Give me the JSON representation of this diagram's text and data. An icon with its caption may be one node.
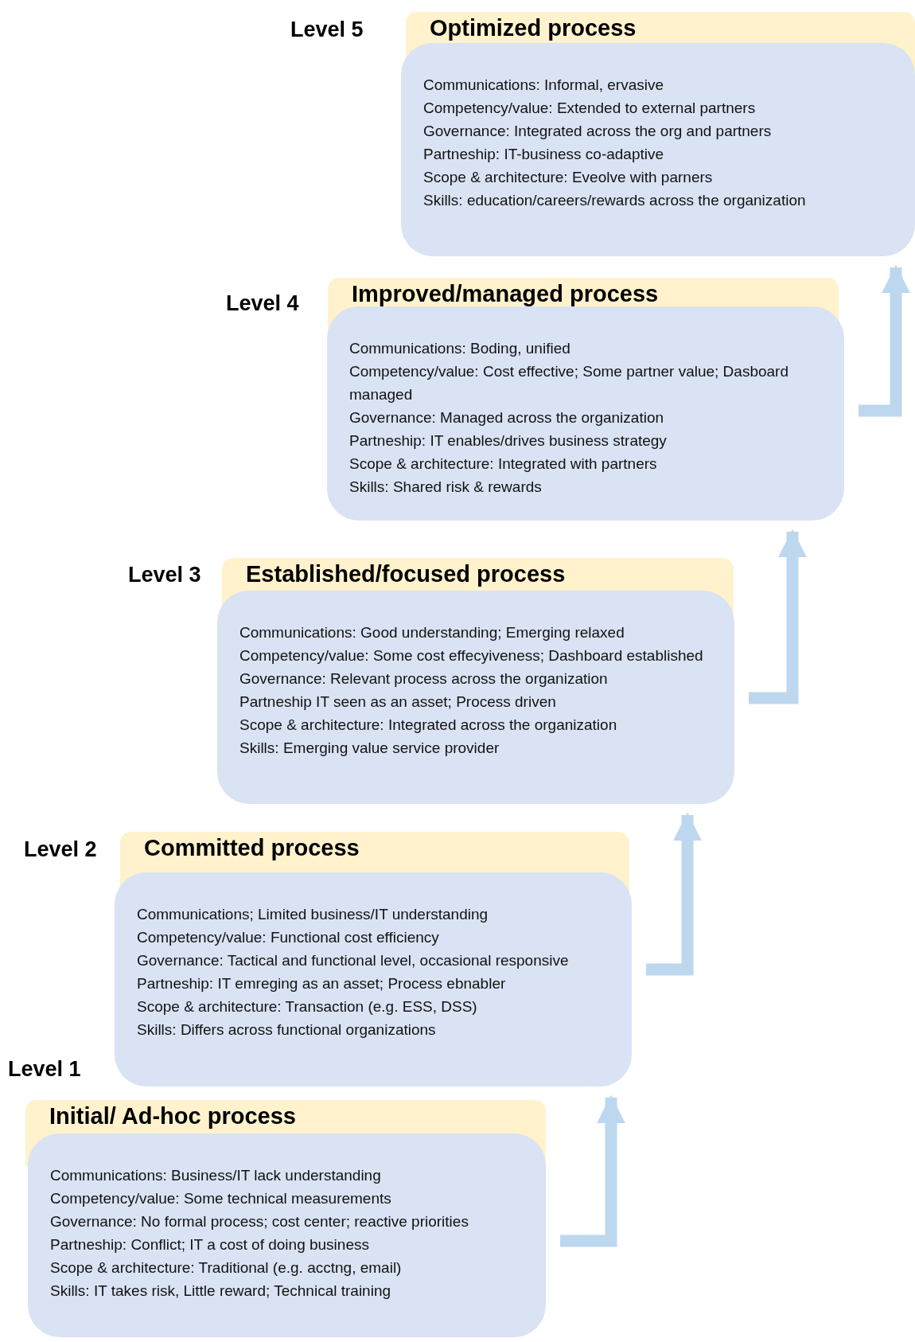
{
  "diagram": {
    "nodes": [
      {
        "text": [
          "Optimized process",
          "Communications: Informal, ervasive",
          "Competency/value: Extended to external partners",
          "Governance: Integrated across the org and partners",
          "Partneship: IT-business co-adaptive",
          "Scope & architecture: Eveolve with parners",
          "Skills: education/careers/rewards across the organization"
        ],
        "beside": [
          "Level 5"
        ]
      },
      {
        "text": [
          "Improved/managed process",
          "Communications: Boding, unified",
          "Competency/value: Cost effective; Some partner value; Dasboard managed",
          "Governance: Managed across the organization",
          "Partneship: IT enables/drives business strategy",
          "Scope & architecture: Integrated with partners",
          "Skills: Shared risk & rewards"
        ],
        "beside": [
          "Level 4"
        ]
      },
      {
        "text": [
          "Established/focused process",
          "Communications: Good understanding; Emerging relaxed",
          "Competency/value: Some cost effecyiveness; Dashboard established",
          "Governance: Relevant process across the organization",
          "Partneship IT seen as an asset; Process driven",
          "Scope & architecture: Integrated across the organization",
          "Skills: Emerging value service provider"
        ],
        "beside": [
          "Level 3"
        ]
      },
      {
        "text": [
          "Committed process",
          "Communications; Limited business/IT understanding",
          "Competency/value: Functional cost efficiency",
          "Governance: Tactical and functional level, occasional responsive",
          "Partneship: IT emreging as an asset; Process ebnabler",
          "Scope & architecture: Transaction (e.g. ESS, DSS)",
          "Skills: Differs across functional organizations"
        ],
        "beside": [
          "Level 2"
        ]
      },
      {
        "text": [
          "Initial/ Ad-hoc process",
          "Communications: Business/IT lack understanding",
          "Competency/value: Some technical measurements",
          "Governance: No formal process; cost center; reactive priorities",
          "Partneship: Conflict; IT a cost of doing business",
          "Scope & architecture: Traditional (e.g. acctng, email)",
          "Skills: IT takes risk, Little reward; Technical training"
        ],
        "beside": [
          "Level 1"
        ]
      }
    ],
    "edges": [
      {
        "from": 4,
        "to": 3,
        "arrow": "to"
      },
      {
        "from": 3,
        "to": 2,
        "arrow": "to"
      },
      {
        "from": 2,
        "to": 1,
        "arrow": "to"
      },
      {
        "from": 1,
        "to": 0,
        "arrow": "to"
      }
    ]
  }
}
